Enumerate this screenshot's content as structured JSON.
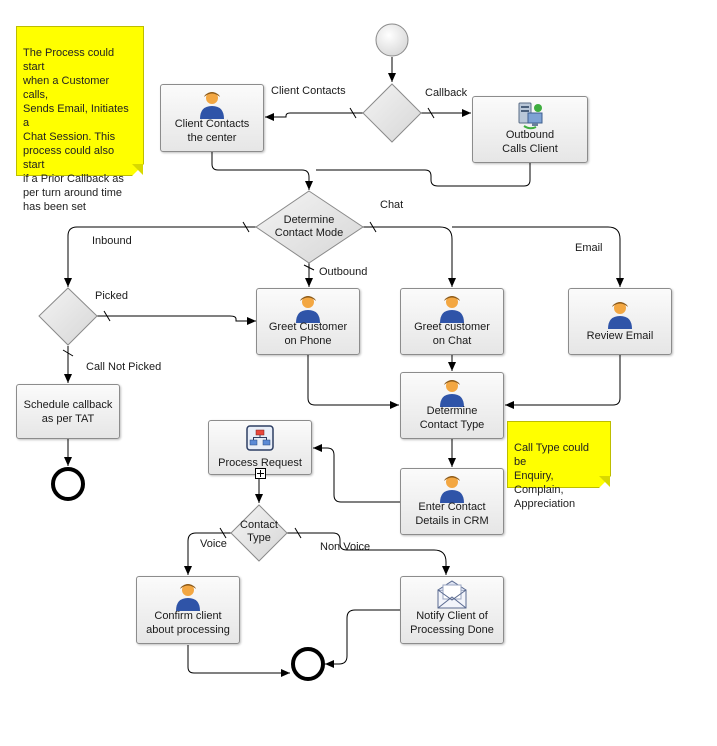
{
  "notes": {
    "start_note": "The Process could start\nwhen a Customer calls,\nSends Email, Initiates a\nChat Session. This\nprocess could also start\nif a Prior Callback as\nper turn around time\nhas been set",
    "call_type_note": "Call Type could be\nEnquiry,\nComplain,\nAppreciation"
  },
  "tasks": {
    "client_contacts_center": "Client Contacts\nthe center",
    "outbound_calls_client": "Outbound\nCalls Client",
    "greet_customer_phone": "Greet Customer\non Phone",
    "greet_customer_chat": "Greet customer\non Chat",
    "review_email": "Review Email",
    "schedule_callback": "Schedule callback\nas per TAT",
    "determine_contact_type": "Determine\nContact Type",
    "process_request": "Process Request",
    "enter_contact_details": "Enter Contact\nDetails in CRM",
    "confirm_client": "Confirm client\nabout processing",
    "notify_client": "Notify Client of\nProcessing Done"
  },
  "gateways": {
    "determine_contact_mode": "Determine\nContact Mode",
    "contact_type": "Contact\nType"
  },
  "flows": {
    "client_contacts": "Client Contacts",
    "callback": "Callback",
    "chat": "Chat",
    "inbound": "Inbound",
    "outbound": "Outbound",
    "email": "Email",
    "picked": "Picked",
    "call_not_picked": "Call Not Picked",
    "voice": "Voice",
    "non_voice": "Non Voice"
  },
  "colors": {
    "note_fill": "#ffff00",
    "person_body": "#2f54a8",
    "person_head": "#f3a742",
    "line": "#000000"
  },
  "icons": {
    "user_task": "person-icon",
    "service_task": "server-computer-icon",
    "subprocess": "org-chart-icon",
    "message_task": "envelope-icon"
  }
}
